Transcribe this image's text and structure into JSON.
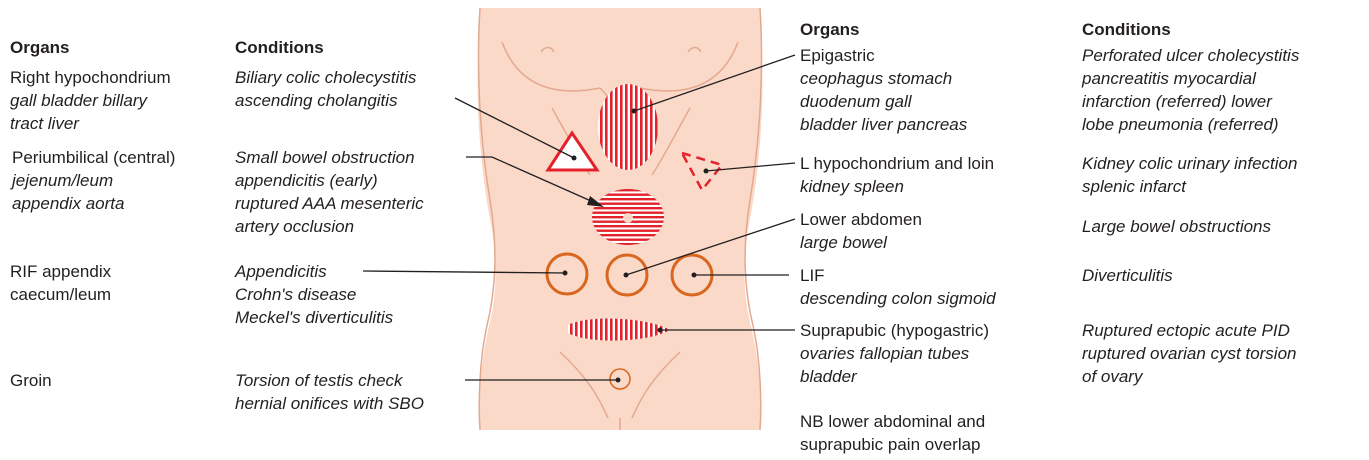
{
  "left": {
    "organs_header": "Organs",
    "conditions_header": "Conditions",
    "rows": [
      {
        "organ_lines": [
          "Right hypochondrium"
        ],
        "organ_italic_lines": [
          "gall bladder billary",
          "tract liver"
        ],
        "condition_lines": [
          "Biliary colic cholecystitis",
          "ascending cholangitis"
        ]
      },
      {
        "organ_lines": [
          "Periumbilical (central)"
        ],
        "organ_italic_lines": [
          "jejenum/leum",
          "appendix aorta"
        ],
        "condition_lines": [
          "Small bowel obstruction",
          "appendicitis (early)",
          "ruptured AAA mesenteric",
          "artery occlusion"
        ]
      },
      {
        "organ_lines": [
          "RIF appendix",
          "caecum/leum"
        ],
        "organ_italic_lines": [],
        "condition_lines": [
          "Appendicitis",
          "Crohn's disease",
          "Meckel's diverticulitis"
        ]
      },
      {
        "organ_lines": [
          "Groin"
        ],
        "organ_italic_lines": [],
        "condition_lines": [
          "Torsion of testis check",
          "hernial onifices with SBO"
        ]
      }
    ]
  },
  "right": {
    "organs_header": "Organs",
    "conditions_header": "Conditions",
    "rows": [
      {
        "organ_lines": [
          "Epigastric"
        ],
        "organ_italic_lines": [
          "ceophagus stomach",
          "duodenum gall",
          "bladder liver pancreas"
        ],
        "condition_lines": [
          "Perforated ulcer cholecystitis",
          "pancreatitis myocardial",
          "infarction (referred) lower",
          "lobe pneumonia (referred)"
        ]
      },
      {
        "organ_lines": [
          "L hypochondrium and loin"
        ],
        "organ_italic_lines": [
          "kidney spleen"
        ],
        "condition_lines": [
          "Kidney colic urinary infection",
          "splenic infarct"
        ]
      },
      {
        "organ_lines": [
          "Lower abdomen"
        ],
        "organ_italic_lines": [
          "large bowel"
        ],
        "condition_lines": [
          "Large bowel obstructions"
        ]
      },
      {
        "organ_lines": [
          "LIF"
        ],
        "organ_italic_lines": [
          "descending colon sigmoid"
        ],
        "condition_lines": [
          "Diverticulitis"
        ]
      },
      {
        "organ_lines": [
          "Suprapubic (hypogastric)"
        ],
        "organ_italic_lines": [
          "ovaries fallopian tubes",
          "bladder"
        ],
        "condition_lines": [
          "Ruptured ectopic acute PID",
          "ruptured ovarian cyst torsion",
          "of ovary"
        ]
      }
    ],
    "note_lines": [
      "NB lower abdominal and",
      "suprapubic pain overlap"
    ]
  },
  "colors": {
    "skin": "#fbd9c8",
    "skin_outline": "#e3a98f",
    "red": "#e4222b",
    "orange": "#d9661f",
    "text": "#231f20"
  }
}
